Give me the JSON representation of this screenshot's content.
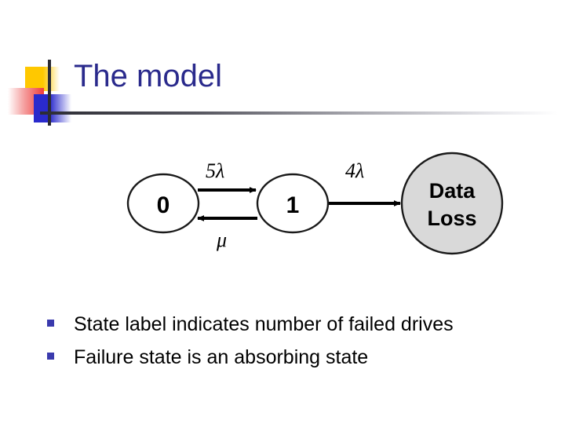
{
  "slide": {
    "title": "The model",
    "title_color": "#2a2a8c",
    "background": "#ffffff"
  },
  "ornament": {
    "yellow_color": "#ffc800",
    "red_color": "#ef3b3b",
    "blue_color": "#2a2acc",
    "rule_color": "#2b2b33"
  },
  "diagram": {
    "type": "state-transition-diagram",
    "nodes": [
      {
        "id": "state0",
        "label": "0",
        "shape": "ellipse",
        "fill": "#ffffff",
        "stroke": "#1a1a1a"
      },
      {
        "id": "state1",
        "label": "1",
        "shape": "ellipse",
        "fill": "#ffffff",
        "stroke": "#1a1a1a"
      },
      {
        "id": "dataloss",
        "label_line1": "Data",
        "label_line2": "Loss",
        "shape": "circle",
        "fill": "#d9d9d9",
        "stroke": "#1a1a1a"
      }
    ],
    "edges": [
      {
        "id": "e0to1",
        "from": "state0",
        "to": "state1",
        "label": "5λ",
        "direction": "right"
      },
      {
        "id": "e1to0",
        "from": "state1",
        "to": "state0",
        "label": "μ",
        "direction": "left"
      },
      {
        "id": "e1toloss",
        "from": "state1",
        "to": "dataloss",
        "label": "4λ",
        "direction": "right"
      }
    ]
  },
  "bullets": {
    "marker_color": "#3a3aad",
    "items": [
      {
        "text": "State label indicates number of failed drives"
      },
      {
        "text": "Failure state is an absorbing state"
      }
    ]
  }
}
